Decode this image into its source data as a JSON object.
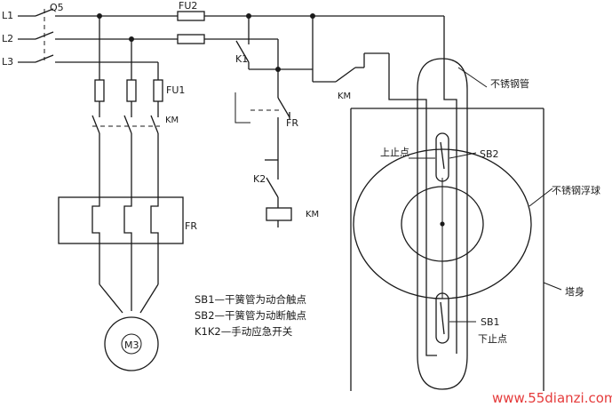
{
  "labels": {
    "L1": "L1",
    "L2": "L2",
    "L3": "L3",
    "Q5": "Q5",
    "FU2": "FU2",
    "FU1": "FU1",
    "KM_main": "KM",
    "K1": "K1",
    "FR_ctrl": "FR",
    "K2": "K2",
    "KM_coil": "KM",
    "KM_contact": "KM",
    "FR_relay": "FR",
    "M3": "M3",
    "SB2": "SB2",
    "SB1": "SB1",
    "stainless_tube": "不锈钢管",
    "stainless_float": "不锈钢浮球",
    "upper_stop": "上止点",
    "lower_stop": "下止点",
    "tower_body": "塔身"
  },
  "notes": [
    "SB1—干簧管为动合触点",
    "SB2—干簧管为动断触点",
    "K1K2—手动应急开关"
  ],
  "watermark": "www.55dianzi.com",
  "colors": {
    "line": "#1a1a1a",
    "background": "#ffffff",
    "watermark": "#e53b3b"
  }
}
